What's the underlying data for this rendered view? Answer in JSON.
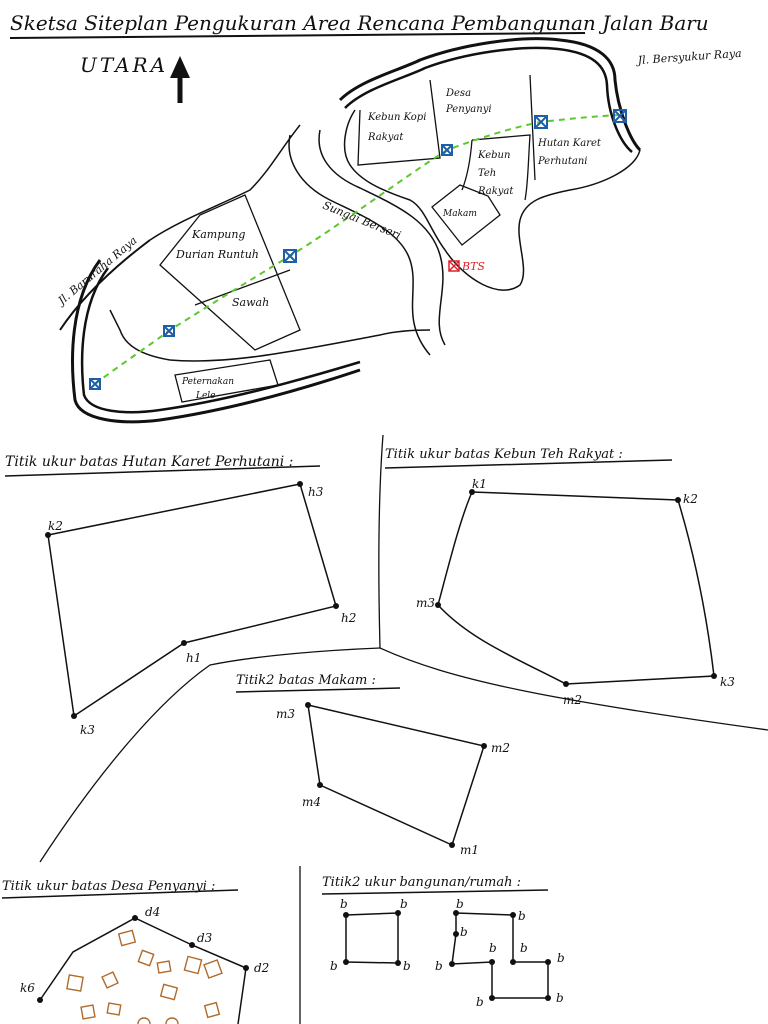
{
  "title": "Sketsa Siteplan Pengukuran Area Rencana Pembangunan Jalan Baru",
  "north_label": "UTARA",
  "map": {
    "road_east": "Jl. Bersyukur Raya",
    "road_west": "Jl. Baruraha Raya",
    "river": "Sungai Berseri",
    "areas": {
      "kebun_kopi": [
        "Kebun Kopi",
        "Rakyat"
      ],
      "desa": [
        "Desa",
        "Penyanyi"
      ],
      "hutan": [
        "Hutan Karet",
        "Perhutani"
      ],
      "kebun_teh": [
        "Kebun",
        "Teh",
        "Rakyat"
      ],
      "makam": "Makam",
      "kampung": [
        "Kampung",
        "Durian Runtuh"
      ],
      "sawah": "Sawah",
      "peternakan": [
        "Peternakan",
        "Lele"
      ]
    },
    "bts": "BTS"
  },
  "sections": {
    "hutan": {
      "title": "Titik ukur batas Hutan Karet Perhutani :",
      "points": {
        "h3": "h3",
        "k2": "k2",
        "h2": "h2",
        "h1": "h1",
        "k3": "k3"
      }
    },
    "teh": {
      "title": "Titik ukur batas Kebun Teh Rakyat :",
      "points": {
        "k1": "k1",
        "k2": "k2",
        "m3": "m3",
        "m2": "m2",
        "k3": "k3"
      }
    },
    "makam": {
      "title": "Titik2 batas Makam :",
      "points": {
        "m3": "m3",
        "m2": "m2",
        "m4": "m4",
        "m1": "m1"
      }
    },
    "desa": {
      "title": "Titik ukur batas Desa Penyanyi :",
      "points": {
        "d4": "d4",
        "d3": "d3",
        "d2": "d2",
        "k6": "k6"
      }
    },
    "bangunan": {
      "title": "Titik2 ukur bangunan/rumah :",
      "point_label": "b"
    }
  },
  "colors": {
    "ink": "#111111",
    "route": "#5cc72c",
    "marker": "#1f5fa8",
    "bts": "#e0202a",
    "house": "#b06a2c"
  }
}
